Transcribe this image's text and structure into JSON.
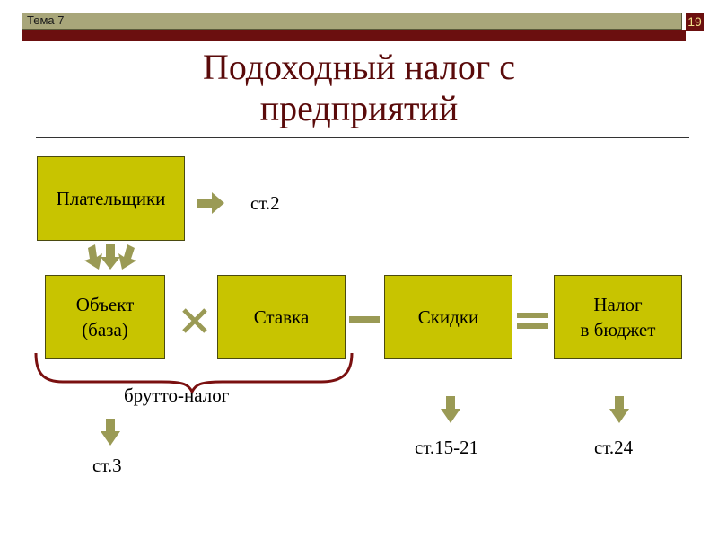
{
  "header": {
    "topic": "Тема 7",
    "page_number": "19"
  },
  "title": {
    "line1": "Подоходный налог с",
    "line2": "предприятий"
  },
  "boxes": {
    "payers": "Плательщики",
    "object": "Объект\n(база)",
    "rate": "Ставка",
    "discounts": "Скидки",
    "tax": "Налог\nв бюджет"
  },
  "labels": {
    "payers_ref": "ст.2",
    "gross_tax": "брутто-налог",
    "object_ref": "ст.3",
    "discounts_ref": "ст.15-21",
    "tax_ref": "ст.24"
  },
  "colors": {
    "box_fill": "#c8c400",
    "arrow": "#9a9a55",
    "accent": "#6b0f0f",
    "title": "#5a0a0a"
  }
}
